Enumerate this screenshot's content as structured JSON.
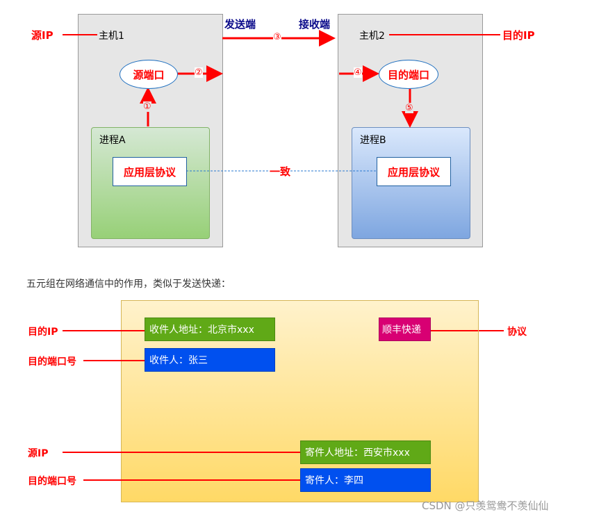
{
  "diagram1": {
    "source_ip": "源IP",
    "host1": "主机1",
    "sender": "发送端",
    "receiver": "接收端",
    "host2": "主机2",
    "dest_ip": "目的IP",
    "source_port": "源端口",
    "dest_port": "目的端口",
    "step1": "①",
    "step2": "②",
    "step3": "③",
    "step4": "④",
    "step5": "⑤",
    "process_a": "进程A",
    "process_b": "进程B",
    "app_protocol_a": "应用层协议",
    "app_protocol_b": "应用层协议",
    "consistent": "一致"
  },
  "paragraph": "五元组在网络通信中的作用，类似于发送快递：",
  "diagram2": {
    "dest_ip_label": "目的IP",
    "dest_port_label": "目的端口号",
    "protocol_label": "协议",
    "source_ip_label": "源IP",
    "dest_port_label_2": "目的端口号",
    "recipient_address": "收件人地址：北京市xxx",
    "recipient": "收件人：张三",
    "courier": "顺丰快递",
    "sender_address": "寄件人地址：西安市xxx",
    "sender": "寄件人：李四"
  },
  "watermark": "CSDN @只羡鸳鸯不羡仙仙",
  "colors": {
    "accent_red": "#ff0000",
    "green": "#60a917",
    "blue": "#0050ef",
    "magenta": "#d80073"
  }
}
